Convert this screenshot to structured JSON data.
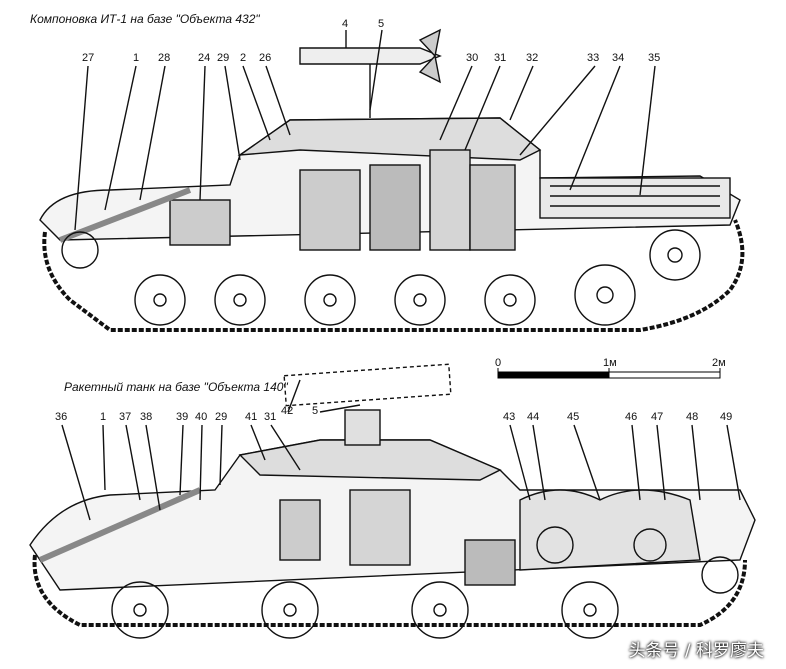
{
  "top_caption": "Компоновка ИТ-1  на базе \"Объекта 432\"",
  "bottom_caption": "Ракетный танк на базе \"Объекта 140\"",
  "scale": {
    "zero": "0",
    "one": "1м",
    "two": "2м"
  },
  "top_callouts": [
    "27",
    "1",
    "28",
    "24",
    "29",
    "2",
    "26",
    "4",
    "5",
    "30",
    "31",
    "32",
    "33",
    "34",
    "35"
  ],
  "bottom_callouts": [
    "36",
    "1",
    "37",
    "38",
    "39",
    "40",
    "29",
    "41",
    "31",
    "42",
    "5",
    "43",
    "44",
    "45",
    "46",
    "47",
    "48",
    "49"
  ],
  "watermark": "头条号 / 科罗廖夫"
}
